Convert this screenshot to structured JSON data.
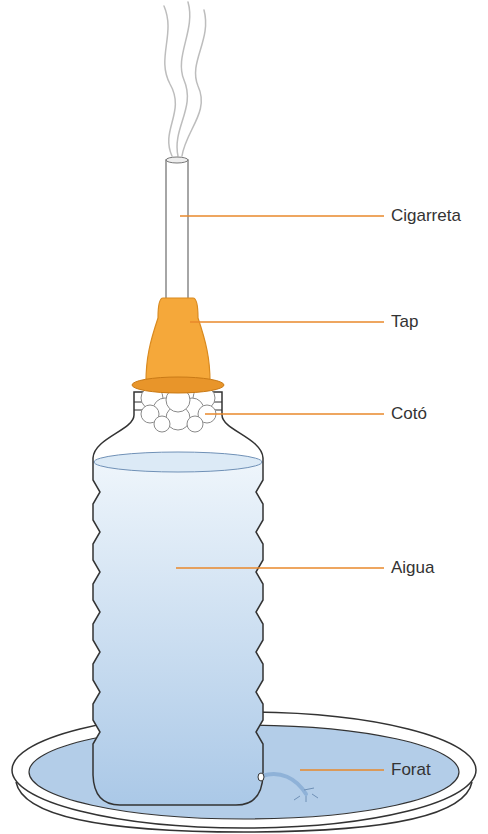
{
  "diagram": {
    "labels": [
      "Cigarreta",
      "Tap",
      "Cotó",
      "Aigua",
      "Forat"
    ]
  }
}
